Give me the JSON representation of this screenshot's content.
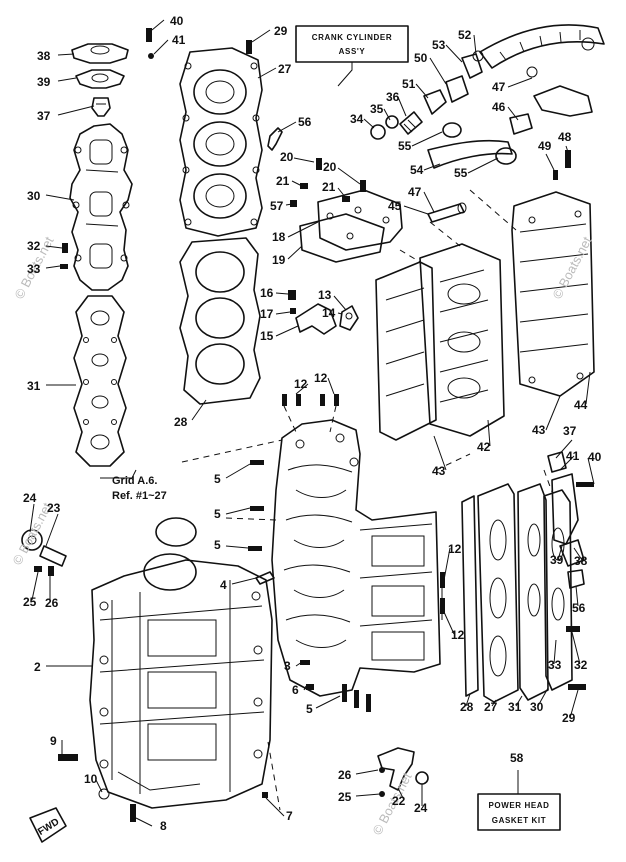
{
  "diagram": {
    "boxes": {
      "crank_cylinder": [
        "CRANK CYLINDER",
        "ASS'Y"
      ],
      "power_head_gasket": [
        "POWER HEAD",
        "GASKET KIT"
      ]
    },
    "annotation": {
      "line1": "Grid A.6.",
      "line2": "Ref. #1~27"
    },
    "watermark": "© Boats.net",
    "fwd_label": "FWD"
  },
  "callouts": [
    {
      "id": "c40",
      "text": "40"
    },
    {
      "id": "c41",
      "text": "41"
    },
    {
      "id": "c38",
      "text": "38"
    },
    {
      "id": "c39",
      "text": "39"
    },
    {
      "id": "c37",
      "text": "37"
    },
    {
      "id": "c30",
      "text": "30"
    },
    {
      "id": "c32",
      "text": "32"
    },
    {
      "id": "c33",
      "text": "33"
    },
    {
      "id": "c31",
      "text": "31"
    },
    {
      "id": "c29",
      "text": "29"
    },
    {
      "id": "c27",
      "text": "27"
    },
    {
      "id": "c56",
      "text": "56"
    },
    {
      "id": "c20a",
      "text": "20"
    },
    {
      "id": "c20b",
      "text": "20"
    },
    {
      "id": "c21a",
      "text": "21"
    },
    {
      "id": "c21b",
      "text": "21"
    },
    {
      "id": "c57",
      "text": "57"
    },
    {
      "id": "c18",
      "text": "18"
    },
    {
      "id": "c19",
      "text": "19"
    },
    {
      "id": "c16",
      "text": "16"
    },
    {
      "id": "c17",
      "text": "17"
    },
    {
      "id": "c15",
      "text": "15"
    },
    {
      "id": "c13",
      "text": "13"
    },
    {
      "id": "c14",
      "text": "14"
    },
    {
      "id": "c28",
      "text": "28"
    },
    {
      "id": "c12a",
      "text": "12"
    },
    {
      "id": "c12b",
      "text": "12"
    },
    {
      "id": "c53",
      "text": "53"
    },
    {
      "id": "c52",
      "text": "52"
    },
    {
      "id": "c50",
      "text": "50"
    },
    {
      "id": "c51",
      "text": "51"
    },
    {
      "id": "c35",
      "text": "35"
    },
    {
      "id": "c36",
      "text": "36"
    },
    {
      "id": "c34",
      "text": "34"
    },
    {
      "id": "c55a",
      "text": "55"
    },
    {
      "id": "c54",
      "text": "54"
    },
    {
      "id": "c55b",
      "text": "55"
    },
    {
      "id": "c47a",
      "text": "47"
    },
    {
      "id": "c46",
      "text": "46"
    },
    {
      "id": "c48",
      "text": "48"
    },
    {
      "id": "c49",
      "text": "49"
    },
    {
      "id": "c47b",
      "text": "47"
    },
    {
      "id": "c45",
      "text": "45"
    },
    {
      "id": "c44",
      "text": "44"
    },
    {
      "id": "c43a",
      "text": "43"
    },
    {
      "id": "c42",
      "text": "42"
    },
    {
      "id": "c43b",
      "text": "43"
    },
    {
      "id": "c37b",
      "text": "37"
    },
    {
      "id": "c41b",
      "text": "41"
    },
    {
      "id": "c40b",
      "text": "40"
    },
    {
      "id": "c39b",
      "text": "39"
    },
    {
      "id": "c38b",
      "text": "38"
    },
    {
      "id": "c56b",
      "text": "56"
    },
    {
      "id": "c32b",
      "text": "32"
    },
    {
      "id": "c33b",
      "text": "33"
    },
    {
      "id": "c30b",
      "text": "30"
    },
    {
      "id": "c31b",
      "text": "31"
    },
    {
      "id": "c27b",
      "text": "27"
    },
    {
      "id": "c28b",
      "text": "28"
    },
    {
      "id": "c29b",
      "text": "29"
    },
    {
      "id": "c12c",
      "text": "12"
    },
    {
      "id": "c12d",
      "text": "12"
    },
    {
      "id": "c24a",
      "text": "24"
    },
    {
      "id": "c23",
      "text": "23"
    },
    {
      "id": "c25a",
      "text": "25"
    },
    {
      "id": "c26a",
      "text": "26"
    },
    {
      "id": "c5a",
      "text": "5"
    },
    {
      "id": "c5b",
      "text": "5"
    },
    {
      "id": "c5c",
      "text": "5"
    },
    {
      "id": "c4",
      "text": "4"
    },
    {
      "id": "c2",
      "text": "2"
    },
    {
      "id": "c3",
      "text": "3"
    },
    {
      "id": "c6",
      "text": "6"
    },
    {
      "id": "c5d",
      "text": "5"
    },
    {
      "id": "c9",
      "text": "9"
    },
    {
      "id": "c10",
      "text": "10"
    },
    {
      "id": "c8",
      "text": "8"
    },
    {
      "id": "c7",
      "text": "7"
    },
    {
      "id": "c26b",
      "text": "26"
    },
    {
      "id": "c25b",
      "text": "25"
    },
    {
      "id": "c22",
      "text": "22"
    },
    {
      "id": "c24b",
      "text": "24"
    },
    {
      "id": "c58",
      "text": "58"
    }
  ]
}
